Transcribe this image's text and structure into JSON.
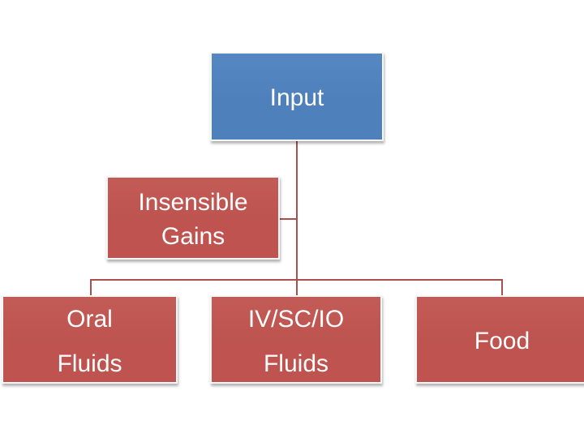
{
  "colors": {
    "background": "#FFFFFF",
    "node_blue": "#4E80BC",
    "node_red": "#BE534F",
    "connector": "#A9504C",
    "node_text": "#FFFFFF",
    "node_border": "#F7F7F7"
  },
  "diagram": {
    "type": "hierarchy-org-chart"
  },
  "nodes": {
    "input": {
      "label": "Input"
    },
    "insensible_gains": {
      "line1": "Insensible",
      "line2": "Gains"
    },
    "oral_fluids": {
      "line1": "Oral",
      "line2": "Fluids"
    },
    "iv_sc_io_fluids": {
      "line1": "IV/SC/IO",
      "line2": "Fluids"
    },
    "food": {
      "label": "Food"
    }
  }
}
